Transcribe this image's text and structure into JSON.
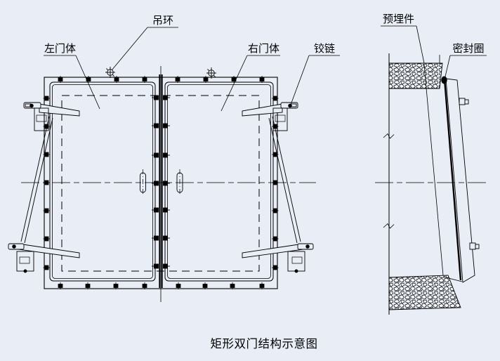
{
  "drawing": {
    "caption": "矩形双门结构示意图",
    "labels": {
      "lifting_ring": "吊环",
      "left_door": "左门体",
      "right_door": "右门体",
      "hinge": "铰链",
      "embedded_part": "预埋件",
      "seal_ring": "密封圈"
    },
    "colors": {
      "background": "#e9edf6",
      "line": "#000000"
    }
  }
}
